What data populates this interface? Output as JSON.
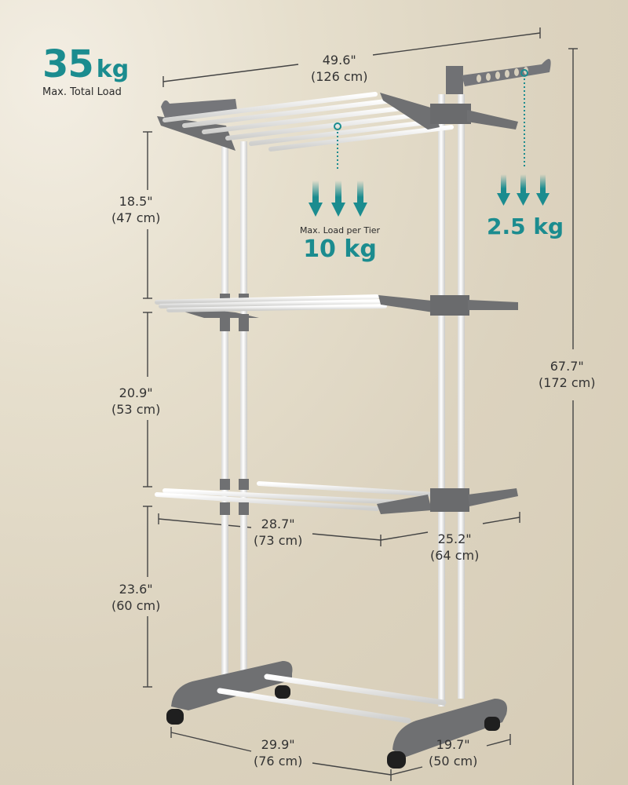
{
  "colors": {
    "accent": "#1b8c8f",
    "frame_gray": "#6f7072",
    "rail_white": "#f4f4f2",
    "dim_line": "#444444",
    "background": "#ddd4c0"
  },
  "headline": {
    "value": "35",
    "unit": "kg",
    "label": "Max. Total Load"
  },
  "tier_load": {
    "label": "Max. Load per Tier",
    "value": "10 kg"
  },
  "hanger_load": {
    "value": "2.5 kg"
  },
  "dimensions": {
    "total_width": {
      "imperial": "49.6\"",
      "metric": "(126 cm)"
    },
    "top_gap": {
      "imperial": "18.5\"",
      "metric": "(47 cm)"
    },
    "middle_gap": {
      "imperial": "20.9\"",
      "metric": "(53 cm)"
    },
    "bottom_gap": {
      "imperial": "23.6\"",
      "metric": "(60 cm)"
    },
    "total_height": {
      "imperial": "67.7\"",
      "metric": "(172 cm)"
    },
    "shelf_length": {
      "imperial": "28.7\"",
      "metric": "(73 cm)"
    },
    "shelf_depth": {
      "imperial": "25.2\"",
      "metric": "(64 cm)"
    },
    "base_length": {
      "imperial": "29.9\"",
      "metric": "(76 cm)"
    },
    "base_depth": {
      "imperial": "19.7\"",
      "metric": "(50 cm)"
    }
  },
  "icons": {
    "load_arrows": "down-arrow-icon x3",
    "hanger_arrows": "down-arrow-icon x3"
  }
}
